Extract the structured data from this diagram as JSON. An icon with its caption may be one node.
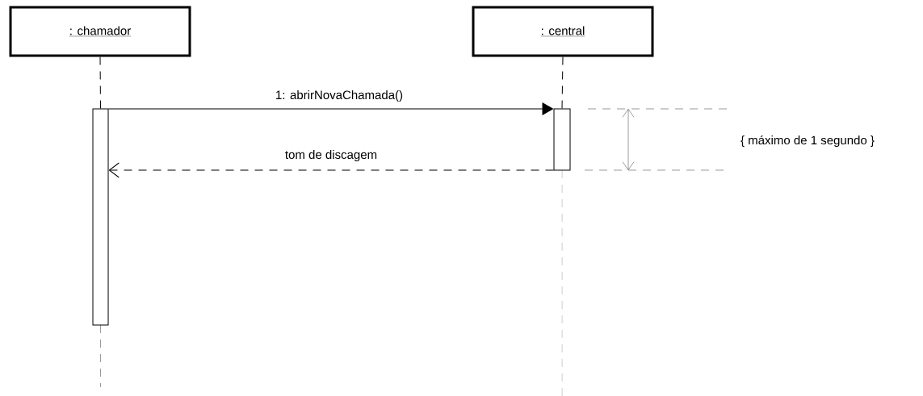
{
  "diagram": {
    "nodes": [
      {
        "text": [
          ": chamador"
        ]
      },
      {
        "text": [
          ": central"
        ]
      },
      {
        "text": [],
        "shape": "bar"
      },
      {
        "text": [],
        "shape": "bar"
      }
    ],
    "edges": [
      {
        "from": 0,
        "to": 2,
        "arrow": "none",
        "style": "dashed"
      },
      {
        "from": 1,
        "to": 3,
        "arrow": "none",
        "style": "dashed"
      },
      {
        "from": 2,
        "to": 3,
        "arrow": "to",
        "label": "1: abrirNovaChamada()"
      },
      {
        "from": 3,
        "to": 2,
        "arrow": "to",
        "style": "dashed",
        "label": "tom de discagem"
      }
    ],
    "labels": [
      "{ máximo de 1 segundo }"
    ]
  }
}
